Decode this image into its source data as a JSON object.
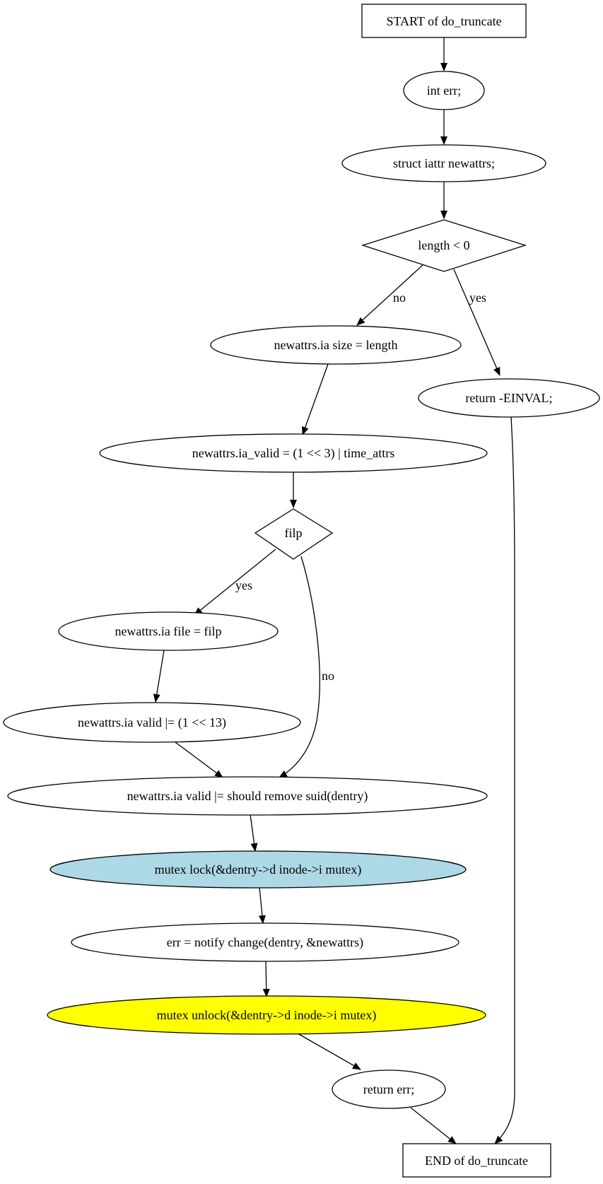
{
  "nodes": {
    "start": "START of do_truncate",
    "int_err": "int err;",
    "struct_newattrs": "struct iattr newattrs;",
    "length_check": "length < 0",
    "set_size": "newattrs.ia  size = length",
    "return_einval": "return -EINVAL;",
    "set_valid": "newattrs.ia_valid = (1 << 3) | time_attrs",
    "filp_check": "filp",
    "set_file": "newattrs.ia  file = filp",
    "valid_or_13": "newattrs.ia  valid |= (1 << 13)",
    "valid_suid": "newattrs.ia  valid |= should  remove  suid(dentry)",
    "mutex_lock": "mutex  lock(&dentry->d  inode->i  mutex)",
    "notify_change": "err = notify  change(dentry, &newattrs)",
    "mutex_unlock": "mutex  unlock(&dentry->d  inode->i  mutex)",
    "return_err": "return err;",
    "end": "END of do_truncate"
  },
  "edge_labels": {
    "length_no": "no",
    "length_yes": "yes",
    "filp_yes": "yes",
    "filp_no": "no"
  },
  "colors": {
    "lock_fill": "#add8e6",
    "unlock_fill": "#ffff00",
    "default_fill": "#ffffff"
  }
}
